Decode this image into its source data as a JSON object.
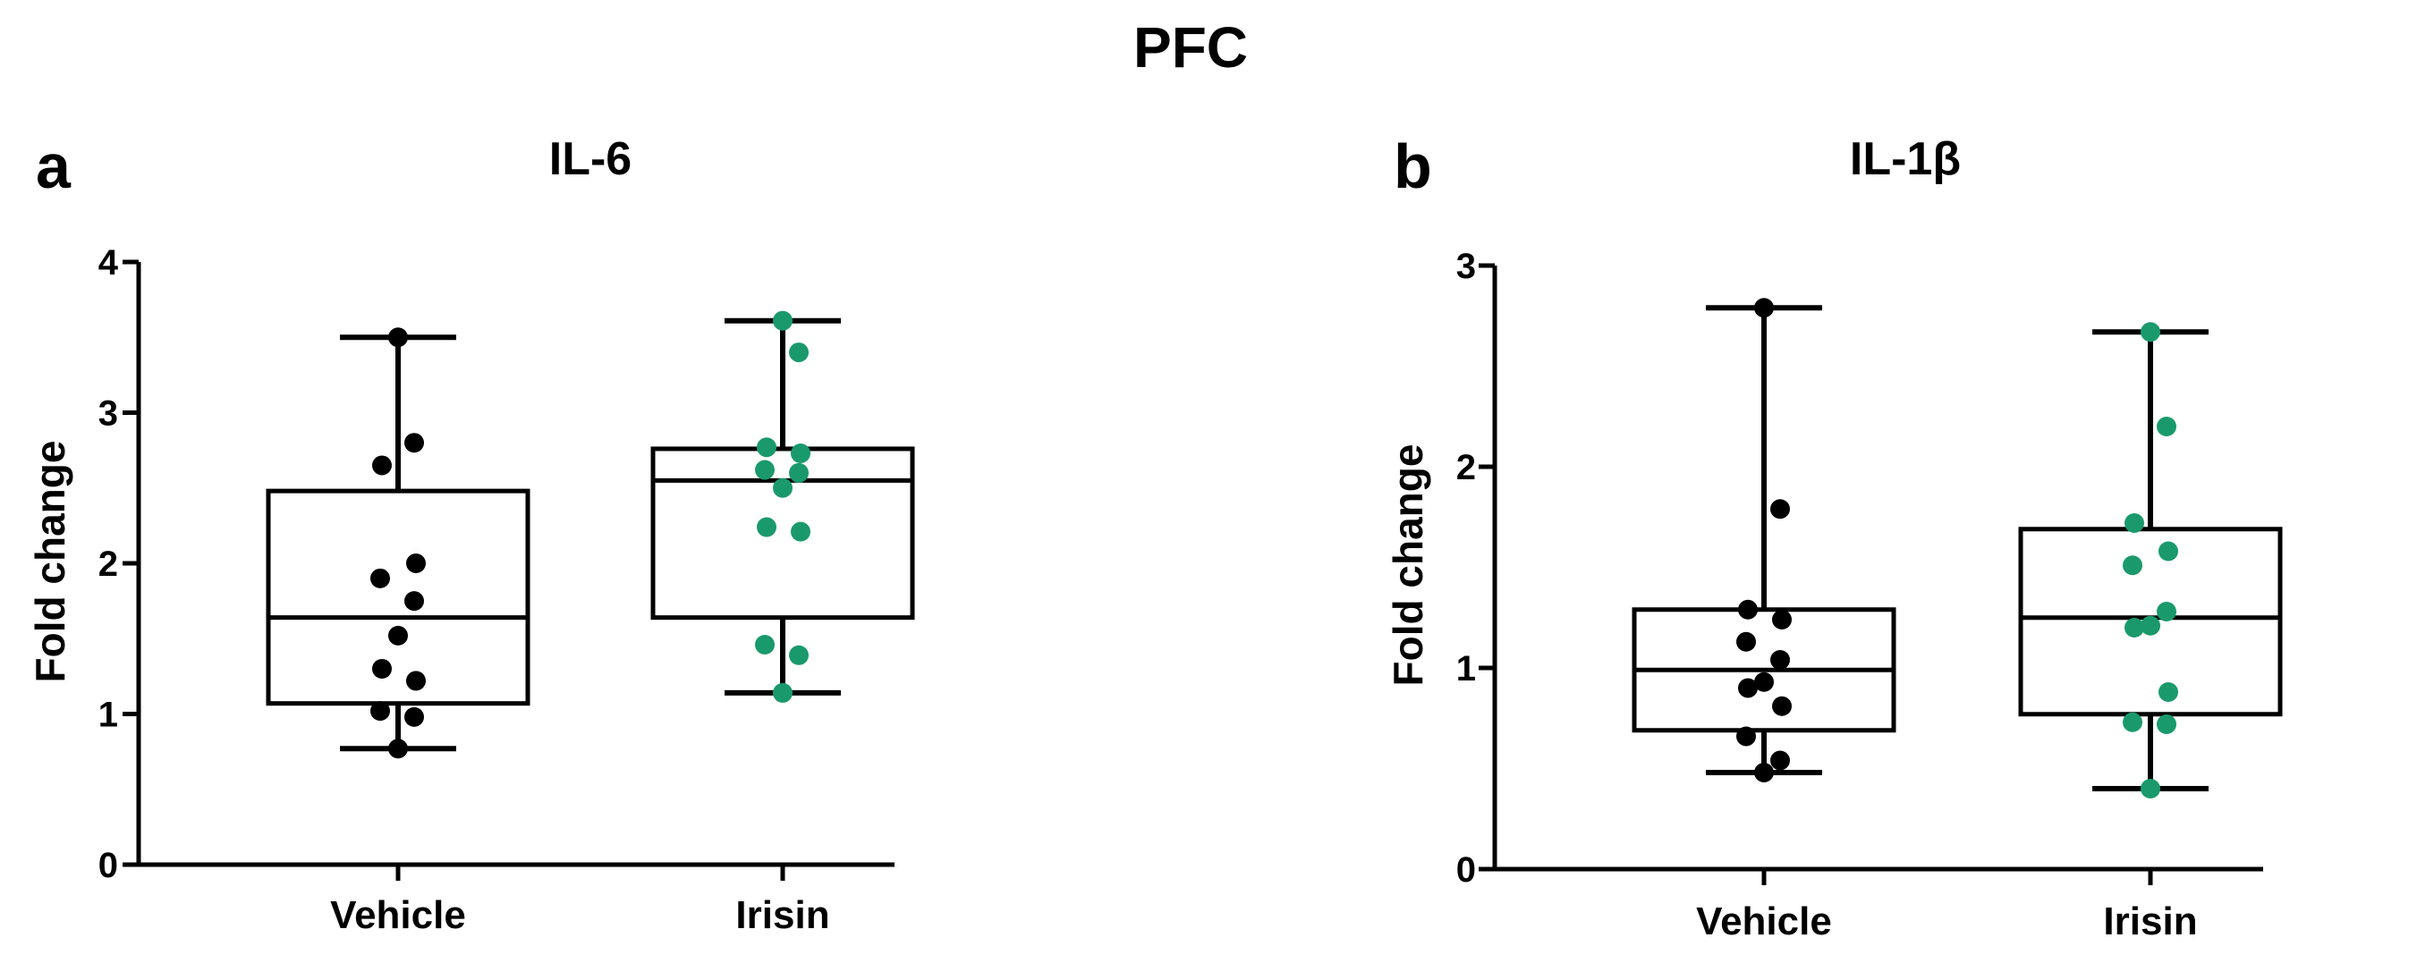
{
  "figure_title": "PFC",
  "colors": {
    "vehicle": "#000000",
    "irisin": "#1a9a6c",
    "axis": "#000000"
  },
  "chart_data": [
    {
      "type": "box",
      "panel_letter": "a",
      "title": "IL-6",
      "xlabel": "",
      "ylabel": "Fold change",
      "ylim": [
        0,
        4
      ],
      "yticks": [
        "0",
        "1",
        "2",
        "3",
        "4"
      ],
      "categories": [
        "Vehicle",
        "Irisin"
      ],
      "series": [
        {
          "category": "Vehicle",
          "color": "#000000",
          "min": 0.77,
          "q1": 1.07,
          "median": 1.64,
          "q3": 2.48,
          "max": 3.5,
          "points": [
            3.5,
            2.8,
            2.65,
            2.0,
            1.9,
            1.75,
            1.52,
            1.3,
            1.22,
            1.02,
            0.98,
            0.77
          ]
        },
        {
          "category": "Irisin",
          "color": "#1a9a6c",
          "min": 1.14,
          "q1": 1.64,
          "median": 2.55,
          "q3": 2.76,
          "max": 3.61,
          "points": [
            3.61,
            3.4,
            2.77,
            2.73,
            2.62,
            2.6,
            2.5,
            2.24,
            2.21,
            1.46,
            1.39,
            1.14
          ]
        }
      ]
    },
    {
      "type": "box",
      "panel_letter": "b",
      "title": "IL-1β",
      "xlabel": "",
      "ylabel": "Fold change",
      "ylim": [
        0,
        3
      ],
      "yticks": [
        "0",
        "1",
        "2",
        "3"
      ],
      "categories": [
        "Vehicle",
        "Irisin"
      ],
      "series": [
        {
          "category": "Vehicle",
          "color": "#000000",
          "min": 0.48,
          "q1": 0.69,
          "median": 0.99,
          "q3": 1.29,
          "max": 2.79,
          "points": [
            2.79,
            1.79,
            1.29,
            1.24,
            1.13,
            1.04,
            0.93,
            0.9,
            0.81,
            0.66,
            0.54,
            0.48
          ]
        },
        {
          "category": "Irisin",
          "color": "#1a9a6c",
          "min": 0.4,
          "q1": 0.77,
          "median": 1.25,
          "q3": 1.69,
          "max": 2.67,
          "points": [
            2.67,
            2.2,
            1.72,
            1.58,
            1.51,
            1.28,
            1.21,
            1.2,
            0.88,
            0.73,
            0.72,
            0.4
          ]
        }
      ]
    }
  ]
}
